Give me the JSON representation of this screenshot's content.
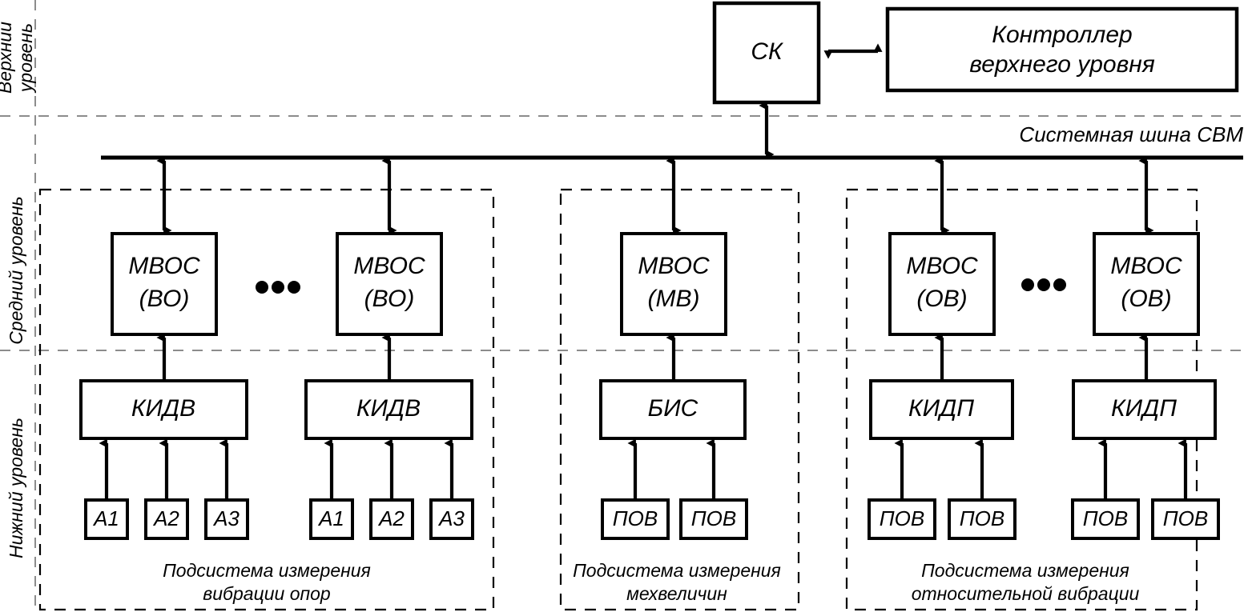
{
  "diagram": {
    "title_language": "ru",
    "levels": [
      {
        "id": "upper",
        "label": "Верхний\nуровень"
      },
      {
        "id": "middle",
        "label": "Средний уровень"
      },
      {
        "id": "lower",
        "label": "Нижний уровень"
      }
    ],
    "level_labels": {
      "upper_line1": "Верхний",
      "upper_line2": "уровень",
      "middle": "Средний уровень",
      "lower": "Нижний уровень"
    },
    "bus": {
      "label": "Системная шина СВМ"
    },
    "top_level": {
      "sk_box": "СК",
      "controller_line1": "Контроллер",
      "controller_line2": "верхнего уровня"
    },
    "subsystems": [
      {
        "id": "vibration-supports",
        "caption_line1": "Подсистема измерения",
        "caption_line2": "вибрации опор",
        "has_ellipsis": true,
        "middle_units": [
          {
            "line1": "МВОС",
            "line2": "(ВО)"
          },
          {
            "line1": "МВОС",
            "line2": "(ВО)"
          }
        ],
        "lower_units": [
          {
            "label": "КИДВ",
            "sensors": [
              "А1",
              "А2",
              "А3"
            ]
          },
          {
            "label": "КИДВ",
            "sensors": [
              "А1",
              "А2",
              "А3"
            ]
          }
        ]
      },
      {
        "id": "mech-quantities",
        "caption_line1": "Подсистема измерения",
        "caption_line2": "мехвеличин",
        "has_ellipsis": false,
        "middle_units": [
          {
            "line1": "МВОС",
            "line2": "(МВ)"
          }
        ],
        "lower_units": [
          {
            "label": "БИС",
            "sensors": [
              "ПОВ",
              "ПОВ"
            ]
          }
        ]
      },
      {
        "id": "relative-vibration",
        "caption_line1": "Подсистема измерения",
        "caption_line2": "относительной вибрации",
        "has_ellipsis": true,
        "middle_units": [
          {
            "line1": "МВОС",
            "line2": "(ОВ)"
          },
          {
            "line1": "МВОС",
            "line2": "(ОВ)"
          }
        ],
        "lower_units": [
          {
            "label": "КИДП",
            "sensors": [
              "ПОВ",
              "ПОВ"
            ]
          },
          {
            "label": "КИДП",
            "sensors": [
              "ПОВ",
              "ПОВ"
            ]
          }
        ]
      }
    ],
    "colors": {
      "stroke": "#000000",
      "fill": "#ffffff",
      "level_divider": "#8c8c8c"
    }
  }
}
